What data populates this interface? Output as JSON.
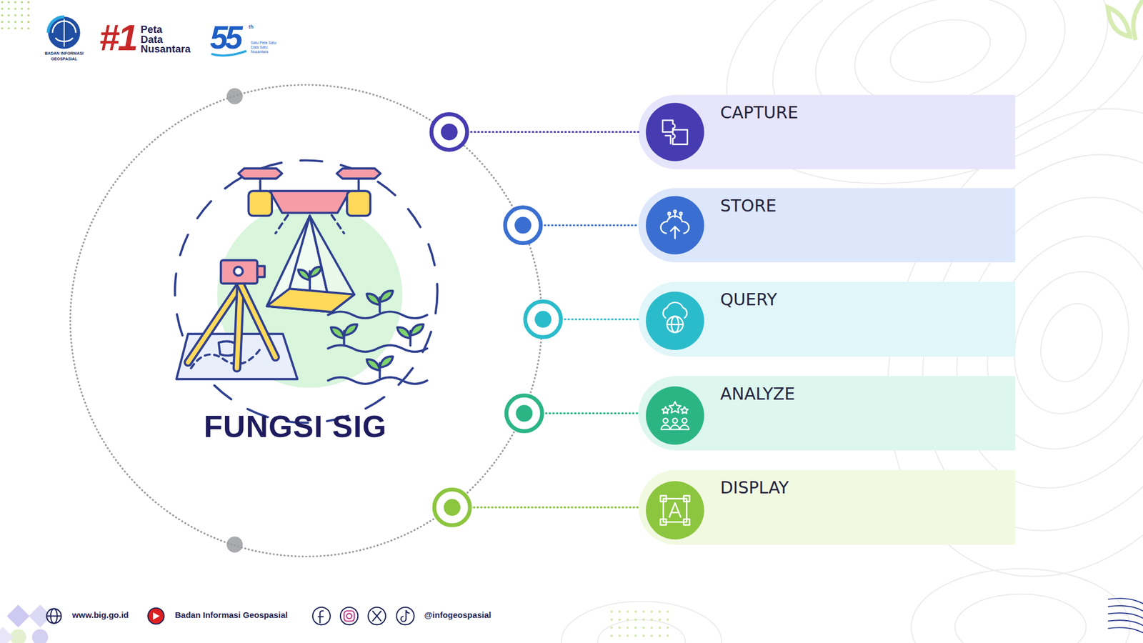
{
  "diagram": {
    "nodes": [
      {
        "text": [
          "FUNGSI SIG"
        ]
      },
      {
        "text": [
          "CAPTURE"
        ]
      },
      {
        "text": [
          "STORE"
        ]
      },
      {
        "text": [
          "QUERY"
        ]
      },
      {
        "text": [
          "ANALYZE"
        ]
      },
      {
        "text": [
          "DISPLAY"
        ]
      }
    ],
    "edges": [
      {
        "from": 0,
        "to": 1,
        "arrow": "none"
      },
      {
        "from": 0,
        "to": 2,
        "arrow": "none"
      },
      {
        "from": 0,
        "to": 3,
        "arrow": "none"
      },
      {
        "from": 0,
        "to": 4,
        "arrow": "none"
      },
      {
        "from": 0,
        "to": 5,
        "arrow": "none"
      }
    ],
    "labels": [
      "BADAN INFORMASI GEOSPASIAL",
      "#1",
      "Peta Data Nusantara",
      "55",
      "th",
      "Satu Peta Satu Data Satu Nusantara",
      "www.big.go.id",
      "Badan Informasi Geospasial",
      "@infogeospasial"
    ]
  }
}
